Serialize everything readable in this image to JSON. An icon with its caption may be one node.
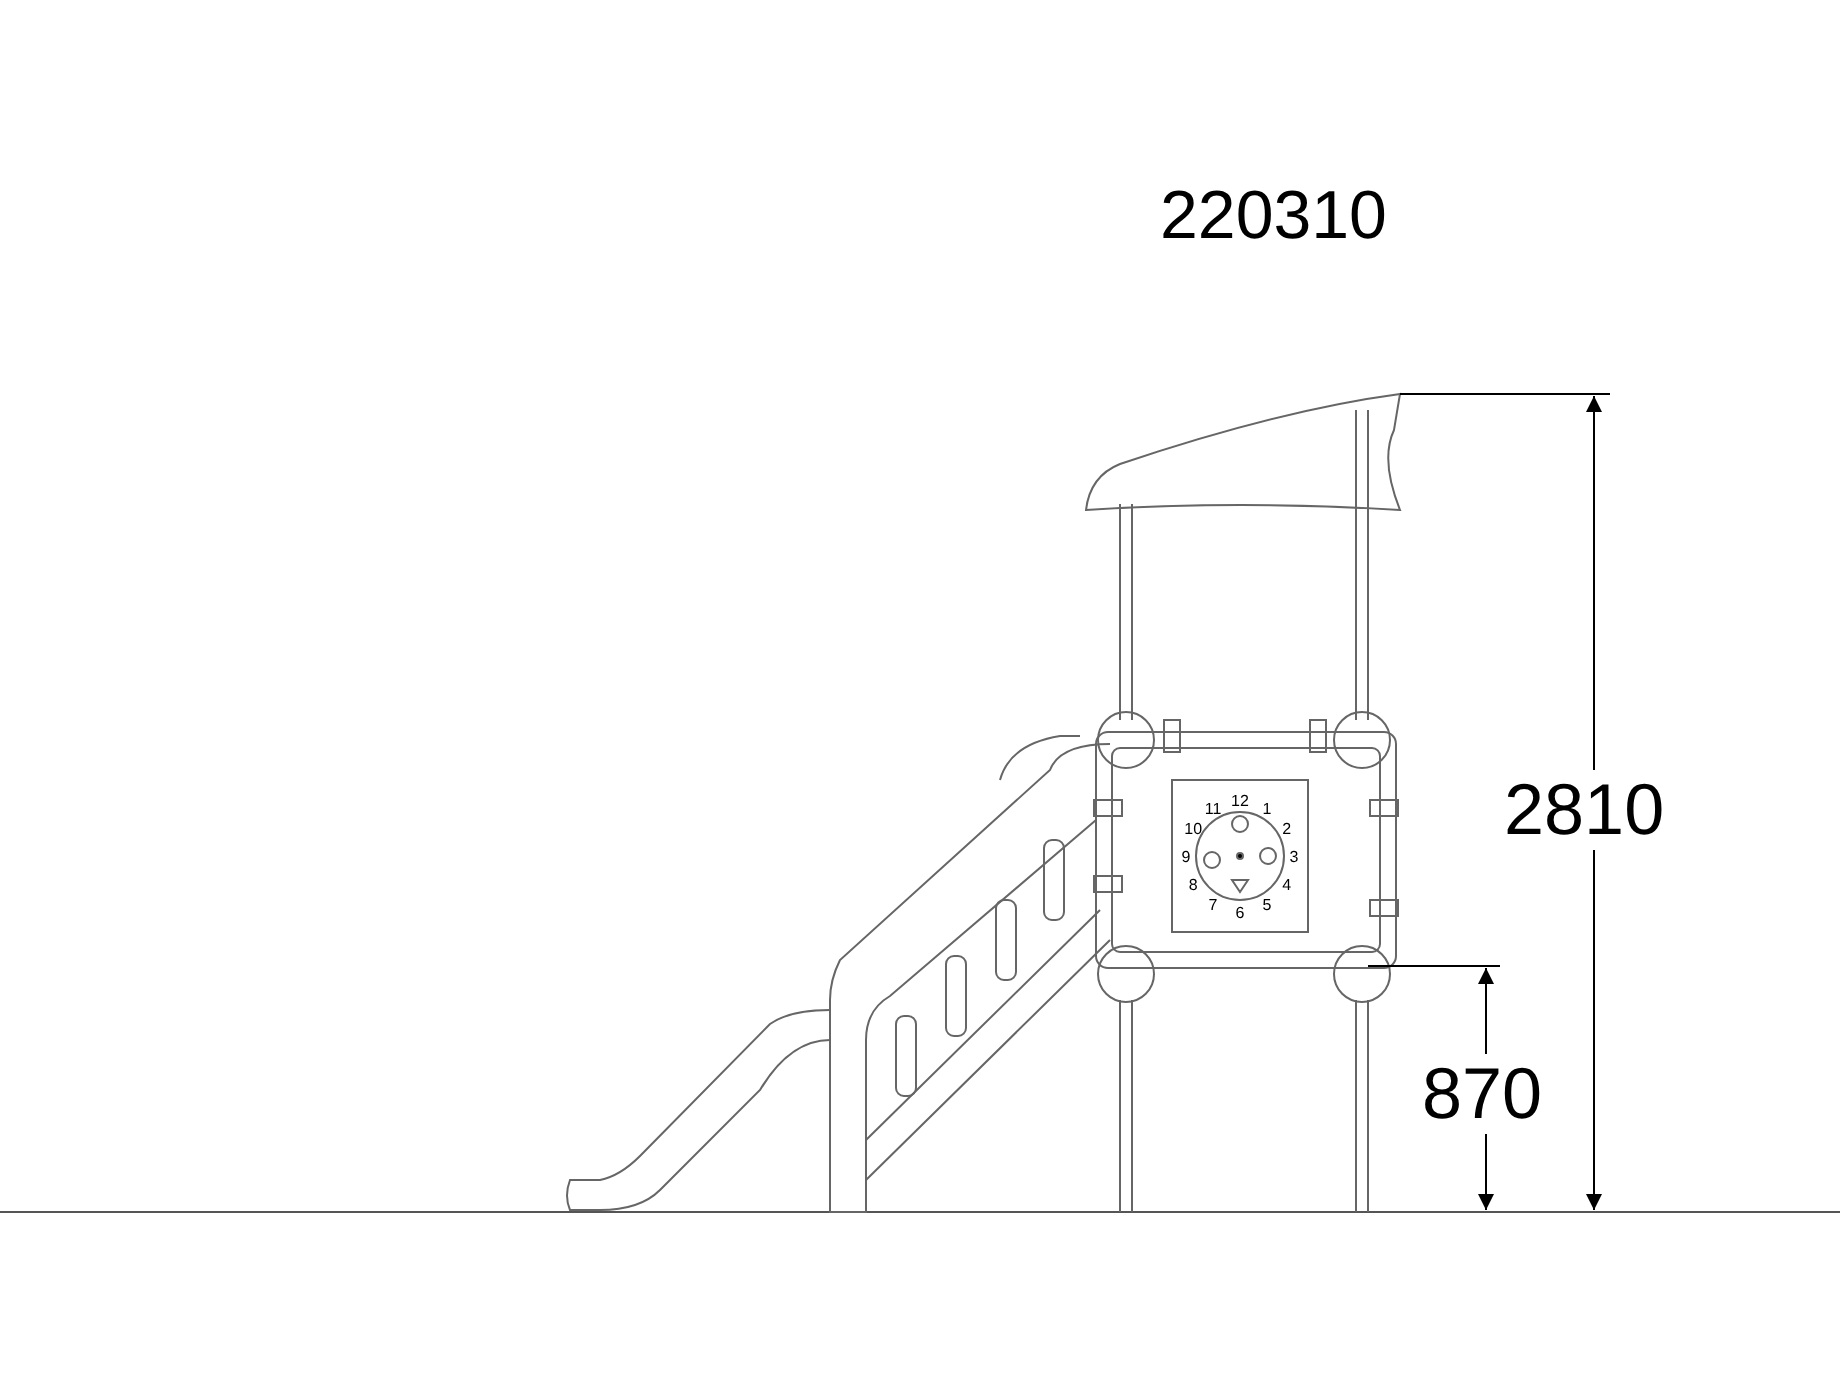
{
  "diagram": {
    "title": "220310",
    "labels": [
      "12",
      "1",
      "2",
      "3",
      "4",
      "5",
      "6",
      "7",
      "8",
      "9",
      "10",
      "11",
      "2810",
      "870"
    ]
  }
}
